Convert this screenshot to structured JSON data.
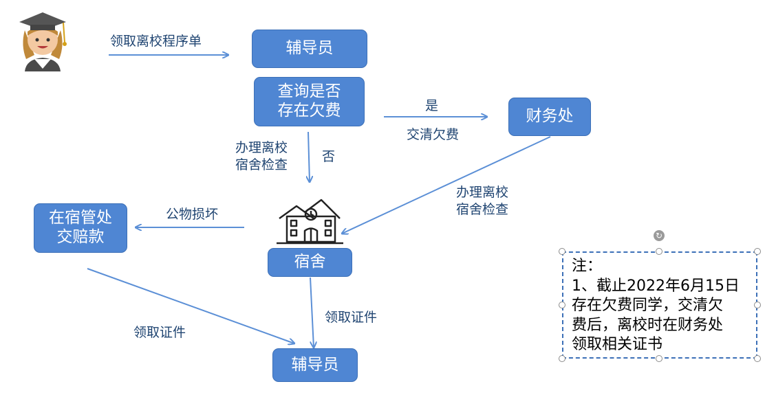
{
  "boxes": {
    "counselor_top": "辅导员",
    "check_debt_line1": "查询是否",
    "check_debt_line2": "存在欠费",
    "finance": "财务处",
    "dorm_office_line1": "在宿管处",
    "dorm_office_line2": "交赔款",
    "dorm": "宿舍",
    "counselor_bottom": "辅导员"
  },
  "labels": {
    "get_form": "领取离校程序单",
    "yes": "是",
    "pay_debt": "交清欠费",
    "no": "否",
    "inspect_left_1": "办理离校",
    "inspect_left_2": "宿舍检查",
    "inspect_right_1": "办理离校",
    "inspect_right_2": "宿舍检查",
    "damage": "公物损坏",
    "get_cert_left": "领取证件",
    "get_cert_right": "领取证件"
  },
  "note": {
    "title": "注：",
    "lines": [
      "1、截止2022年6月15日",
      "存在欠费同学，交清欠",
      "费后，离校时在财务处",
      "领取相关证书"
    ]
  },
  "icons": [
    "student-graduate-icon",
    "dormitory-building-icon",
    "rotate-handle-icon"
  ],
  "colors": {
    "box_fill": "#4f86d3",
    "arrow": "#5b8fd6",
    "label_text": "#1f4471"
  }
}
